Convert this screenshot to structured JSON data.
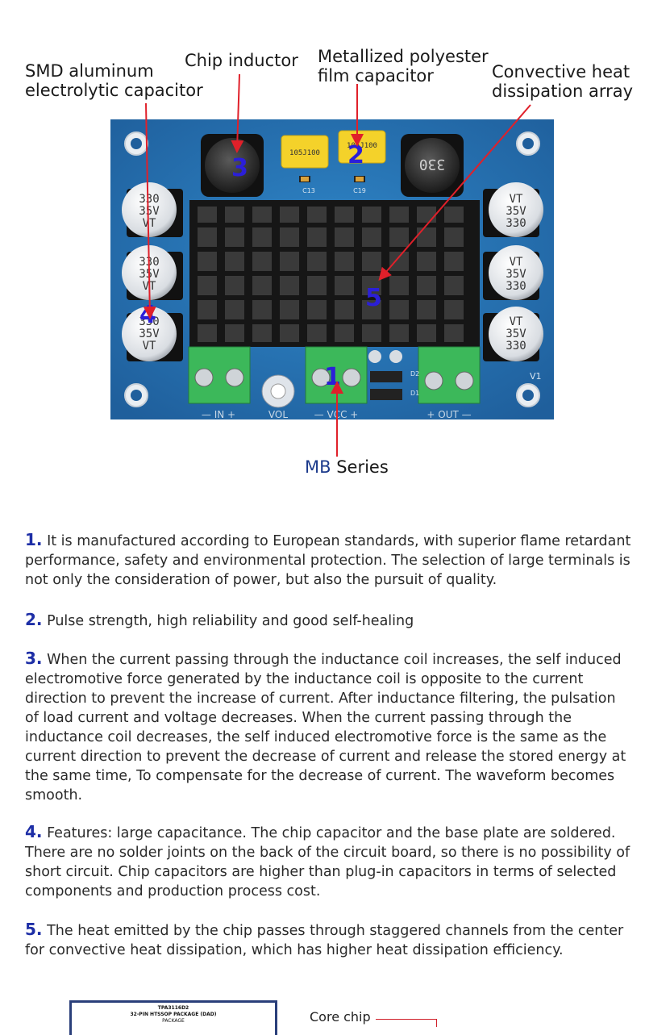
{
  "callouts": {
    "smd_cap": [
      "SMD aluminum",
      "electrolytic capacitor"
    ],
    "chip_inductor": "Chip inductor",
    "film_cap": [
      "Metallized polyester",
      "film capacitor"
    ],
    "heat_array": [
      "Convective heat",
      "dissipation array"
    ],
    "mb_series": {
      "first": "MB",
      "rest": " Series"
    }
  },
  "board": {
    "markers": [
      "1",
      "2",
      "3",
      "4",
      "5"
    ],
    "cap_left": [
      "330",
      "35V",
      "VT"
    ],
    "cap_right": [
      "VT",
      "35V",
      "330"
    ],
    "inductor_label": "330",
    "film_cap_label": "105J100",
    "film_cap2_label": "105J100",
    "c13": "C13",
    "c19": "C19",
    "in_label": "— IN +",
    "vol_label": "VOL",
    "vcc_label": "— VCC +",
    "out_label": "+ OUT —",
    "v1_label": "V1",
    "d1": "D1",
    "d2": "D2"
  },
  "paragraphs": [
    {
      "num": "1.",
      "text": " It is manufactured according to European standards, with superior flame retardant performance, safety and environmental protection. The selection of large terminals is not only the consideration of power, but also the pursuit of quality."
    },
    {
      "num": "2.",
      "text": " Pulse strength, high reliability and good self-healing"
    },
    {
      "num": "3.",
      "text": " When the current passing through the inductance coil increases, the self induced electromotive force generated by the inductance coil is opposite to the current direction to prevent the increase of current. After inductance filtering, the pulsation of load current and voltage decreases. When the current passing through the inductance coil decreases, the self induced electromotive force is the same as the current direction to prevent the decrease of current and release the stored energy at the same time, To compensate for the decrease of current. The waveform becomes smooth."
    },
    {
      "num": "4.",
      "text": " Features: large capacitance. The chip capacitor and the base plate are soldered. There are no solder joints on the back of the circuit board, so there is no possibility of short circuit. Chip capacitors are higher than plug-in capacitors in terms of selected components and production process cost."
    },
    {
      "num": "5.",
      "text": " The heat emitted by the chip passes through staggered channels from the center for convective heat dissipation, which has higher heat dissipation efficiency."
    }
  ],
  "datasheet": {
    "line1": "TPA3116D2",
    "line2": "32-PIN HTSSOP PACKAGE (DAD)",
    "line3": "PACKAGE"
  },
  "core_chip": "Core chip"
}
